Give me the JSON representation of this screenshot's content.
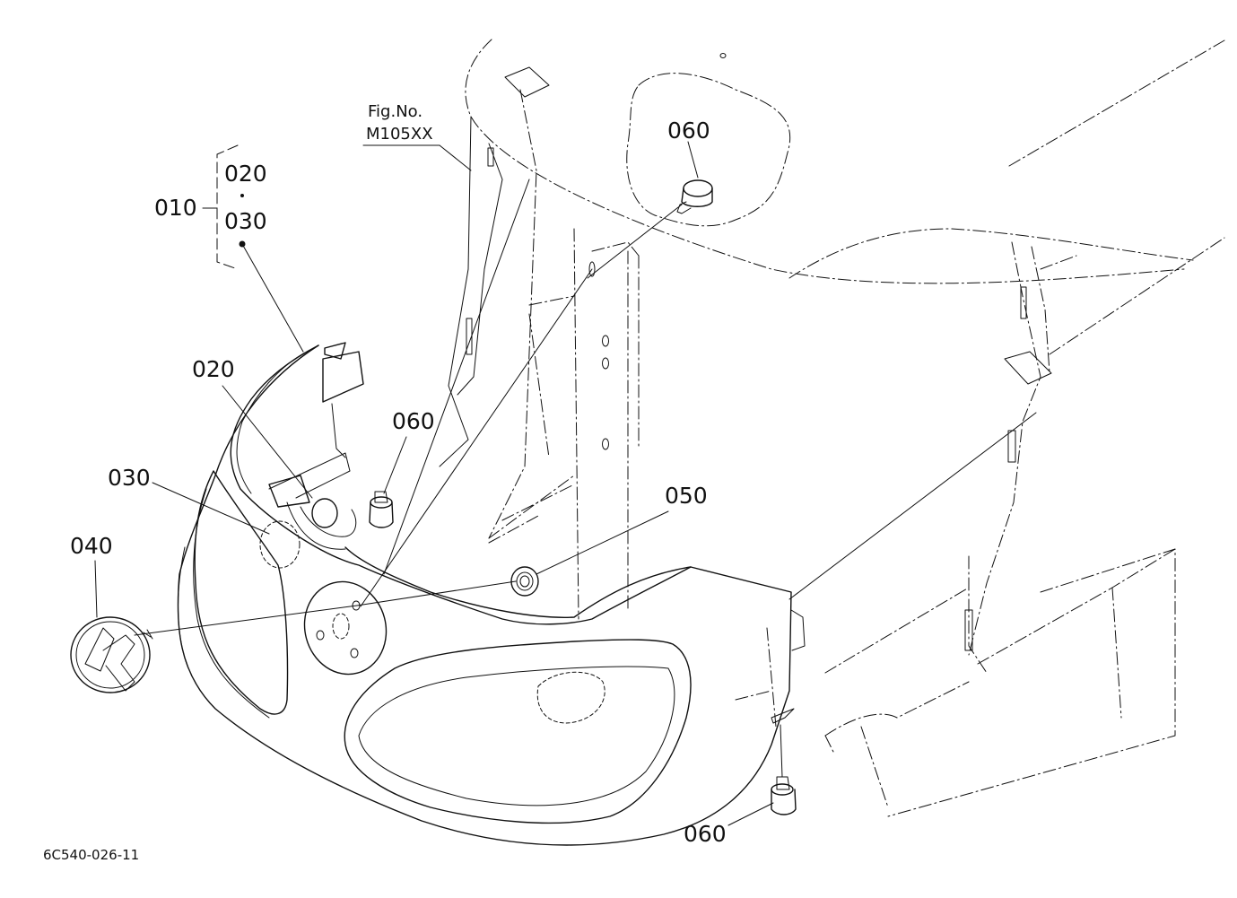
{
  "figure_ref": {
    "line1": "Fig.No.",
    "line2": "M105XX"
  },
  "assembly_group": {
    "parent": "010",
    "children": [
      "020",
      "030"
    ]
  },
  "callouts": {
    "c020": "020",
    "c030": "030",
    "c040": "040",
    "c050": "050",
    "c060_top": "060",
    "c060_mid": "060",
    "c060_bottom": "060"
  },
  "drawing_code": "6C540-026-11"
}
